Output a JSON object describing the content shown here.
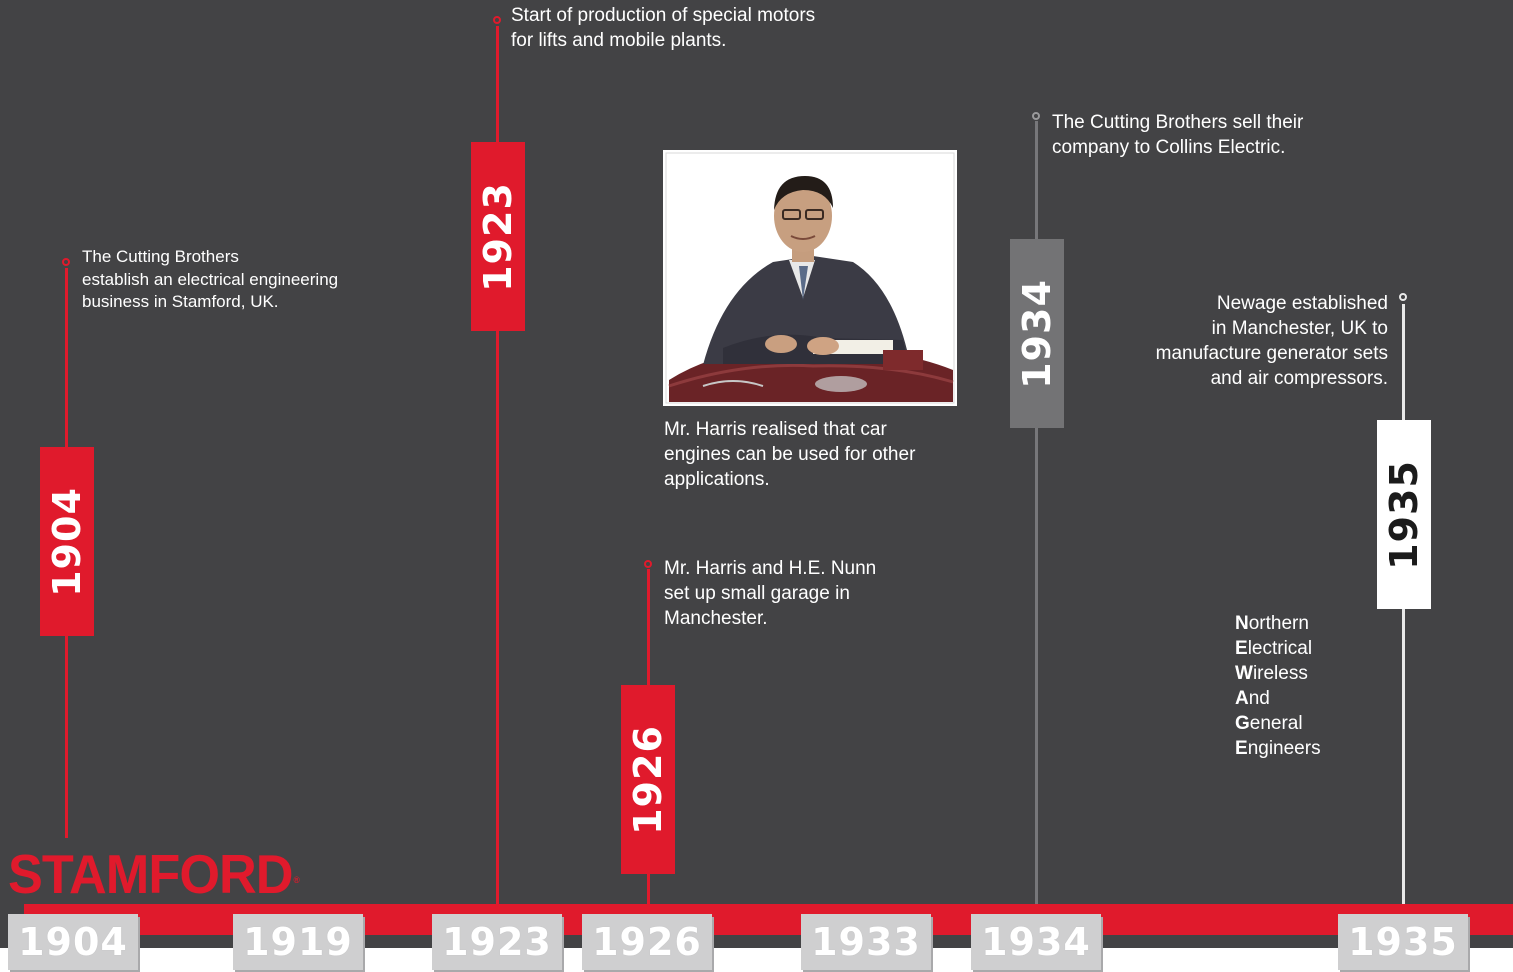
{
  "brand": {
    "logo_text": "STAMFORD",
    "registered_mark": "®",
    "accent_color": "#e01a2c"
  },
  "events": {
    "e1904": {
      "year": "1904",
      "lines": [
        "The Cutting Brothers",
        "establish an electrical engineering",
        "business in Stamford, UK."
      ]
    },
    "e1923": {
      "year": "1923",
      "lines": [
        "Start of production of special motors",
        "for lifts and mobile plants."
      ]
    },
    "e1926": {
      "year": "1926",
      "lines": [
        "Mr. Harris and H.E. Nunn",
        "set up small garage in",
        "Manchester."
      ]
    },
    "e1934": {
      "year": "1934",
      "lines": [
        "The Cutting Brothers sell their",
        "company to Collins Electric."
      ]
    },
    "e1935": {
      "year": "1935",
      "lines": [
        "Newage established",
        "in Manchester, UK to",
        "manufacture generator sets",
        "and air compressors."
      ]
    }
  },
  "photo_caption": {
    "lines": [
      "Mr. Harris realised that car",
      "engines can be used for other",
      "applications."
    ]
  },
  "acronym": [
    {
      "first": "N",
      "rest": "orthern"
    },
    {
      "first": "E",
      "rest": "lectrical"
    },
    {
      "first": "W",
      "rest": "ireless"
    },
    {
      "first": "A",
      "rest": "nd"
    },
    {
      "first": "G",
      "rest": "eneral"
    },
    {
      "first": "E",
      "rest": "ngineers"
    }
  ],
  "timeline_tabs": [
    "1904",
    "1919",
    "1923",
    "1926",
    "1933",
    "1934",
    "1935"
  ]
}
